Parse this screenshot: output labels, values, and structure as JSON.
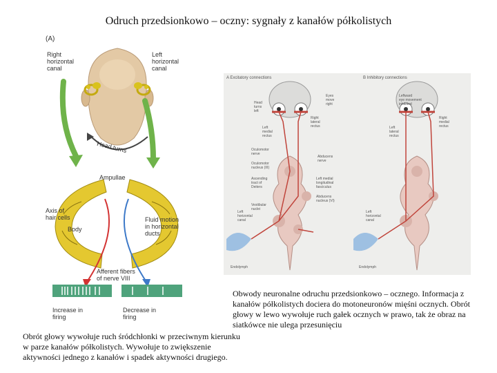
{
  "title": "Odruch przedsionkowo – oczny: sygnały z kanałów półkolistych",
  "panel_a": {
    "letter": "(A)",
    "right_canal": "Right\nhorizontal\ncanal",
    "left_canal": "Left\nhorizontal\ncanal",
    "head_turns": "Head turns",
    "ampullae": "Ampullae",
    "axis": "Axis of\nhair cells",
    "fluid": "Fluid motion\nin horizontal\nducts",
    "body": "Body",
    "afferent": "Afferent fibers\nof nerve VIII",
    "increase": "Increase in\nfiring",
    "decrease": "Decrease in\nfiring"
  },
  "panel_b": {
    "header": "A  Excitatory connections",
    "labels": {
      "head_turn": "Head\nturns\nleft",
      "eyes_move": "Eyes\nmove\nright",
      "right_lat": "Right\nlateral\nrectus",
      "left_med": "Left\nmedial\nrectus",
      "oculomotor_n": "Oculomotor\nnerve",
      "abducens_n": "Abducens\nnerve",
      "oculomotor_nuc": "Oculomotor\nnucleus (III)",
      "mlf": "Left medial\nlongitudinal\nfasciculus",
      "ascending": "Ascending\ntract of\nDeiters",
      "abducens_nuc": "Abducens\nnucleus (VI)",
      "vestibular": "Vestibular\nnuclei",
      "left_canal": "Left\nhorizontal\ncanal",
      "endolymph": "Endolymph"
    }
  },
  "panel_c": {
    "header": "B  Inhibitory connections",
    "labels": {
      "leftward": "Leftward\neye movement\ninhibited",
      "right_med": "Right\nmedial\nrectus",
      "left_lat": "Left\nlateral\nrectus",
      "left_canal": "Left\nhorizontal\ncanal",
      "endolymph": "Endolymph"
    }
  },
  "caption_right": "Obwody neuronalne odruchu przedsionkowo – ocznego. Informacja z kanałów półkolistych dociera do motoneuronów mięśni ocznych. Obrót głowy w lewo wywołuje ruch gałek ocznych w prawo, tak że obraz na siatkówce nie ulega przesunięciu",
  "caption_left": "Obrót głowy wywołuje ruch śródchłonki w przeciwnym kierunku w parze kanałów półkolistych. Wywołuje to zwiększenie aktywności jednego z kanałów i spadek aktywności drugiego.",
  "colors": {
    "skin": "#e3c9a5",
    "canal": "#d9c21e",
    "arrow_green": "#6fb34a",
    "duct": "#e4c830",
    "fiber_red": "#d33333",
    "fiber_blue": "#3d79c8",
    "brainstem": "#e8c9c1",
    "pathway": "#c0443b"
  }
}
